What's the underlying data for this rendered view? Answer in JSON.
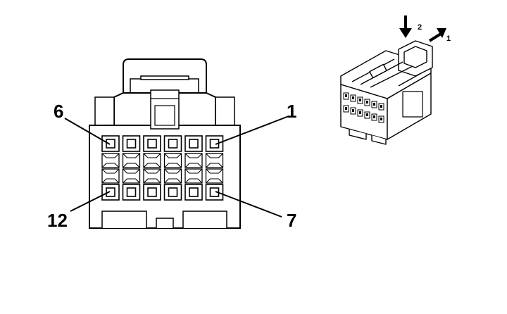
{
  "front_view": {
    "pin_labels": {
      "top_left": "6",
      "top_right": "1",
      "bottom_left": "12",
      "bottom_right": "7"
    },
    "rows": 2,
    "columns": 6
  },
  "iso_view": {
    "arrow_labels": {
      "press": "2",
      "pull": "1"
    }
  }
}
